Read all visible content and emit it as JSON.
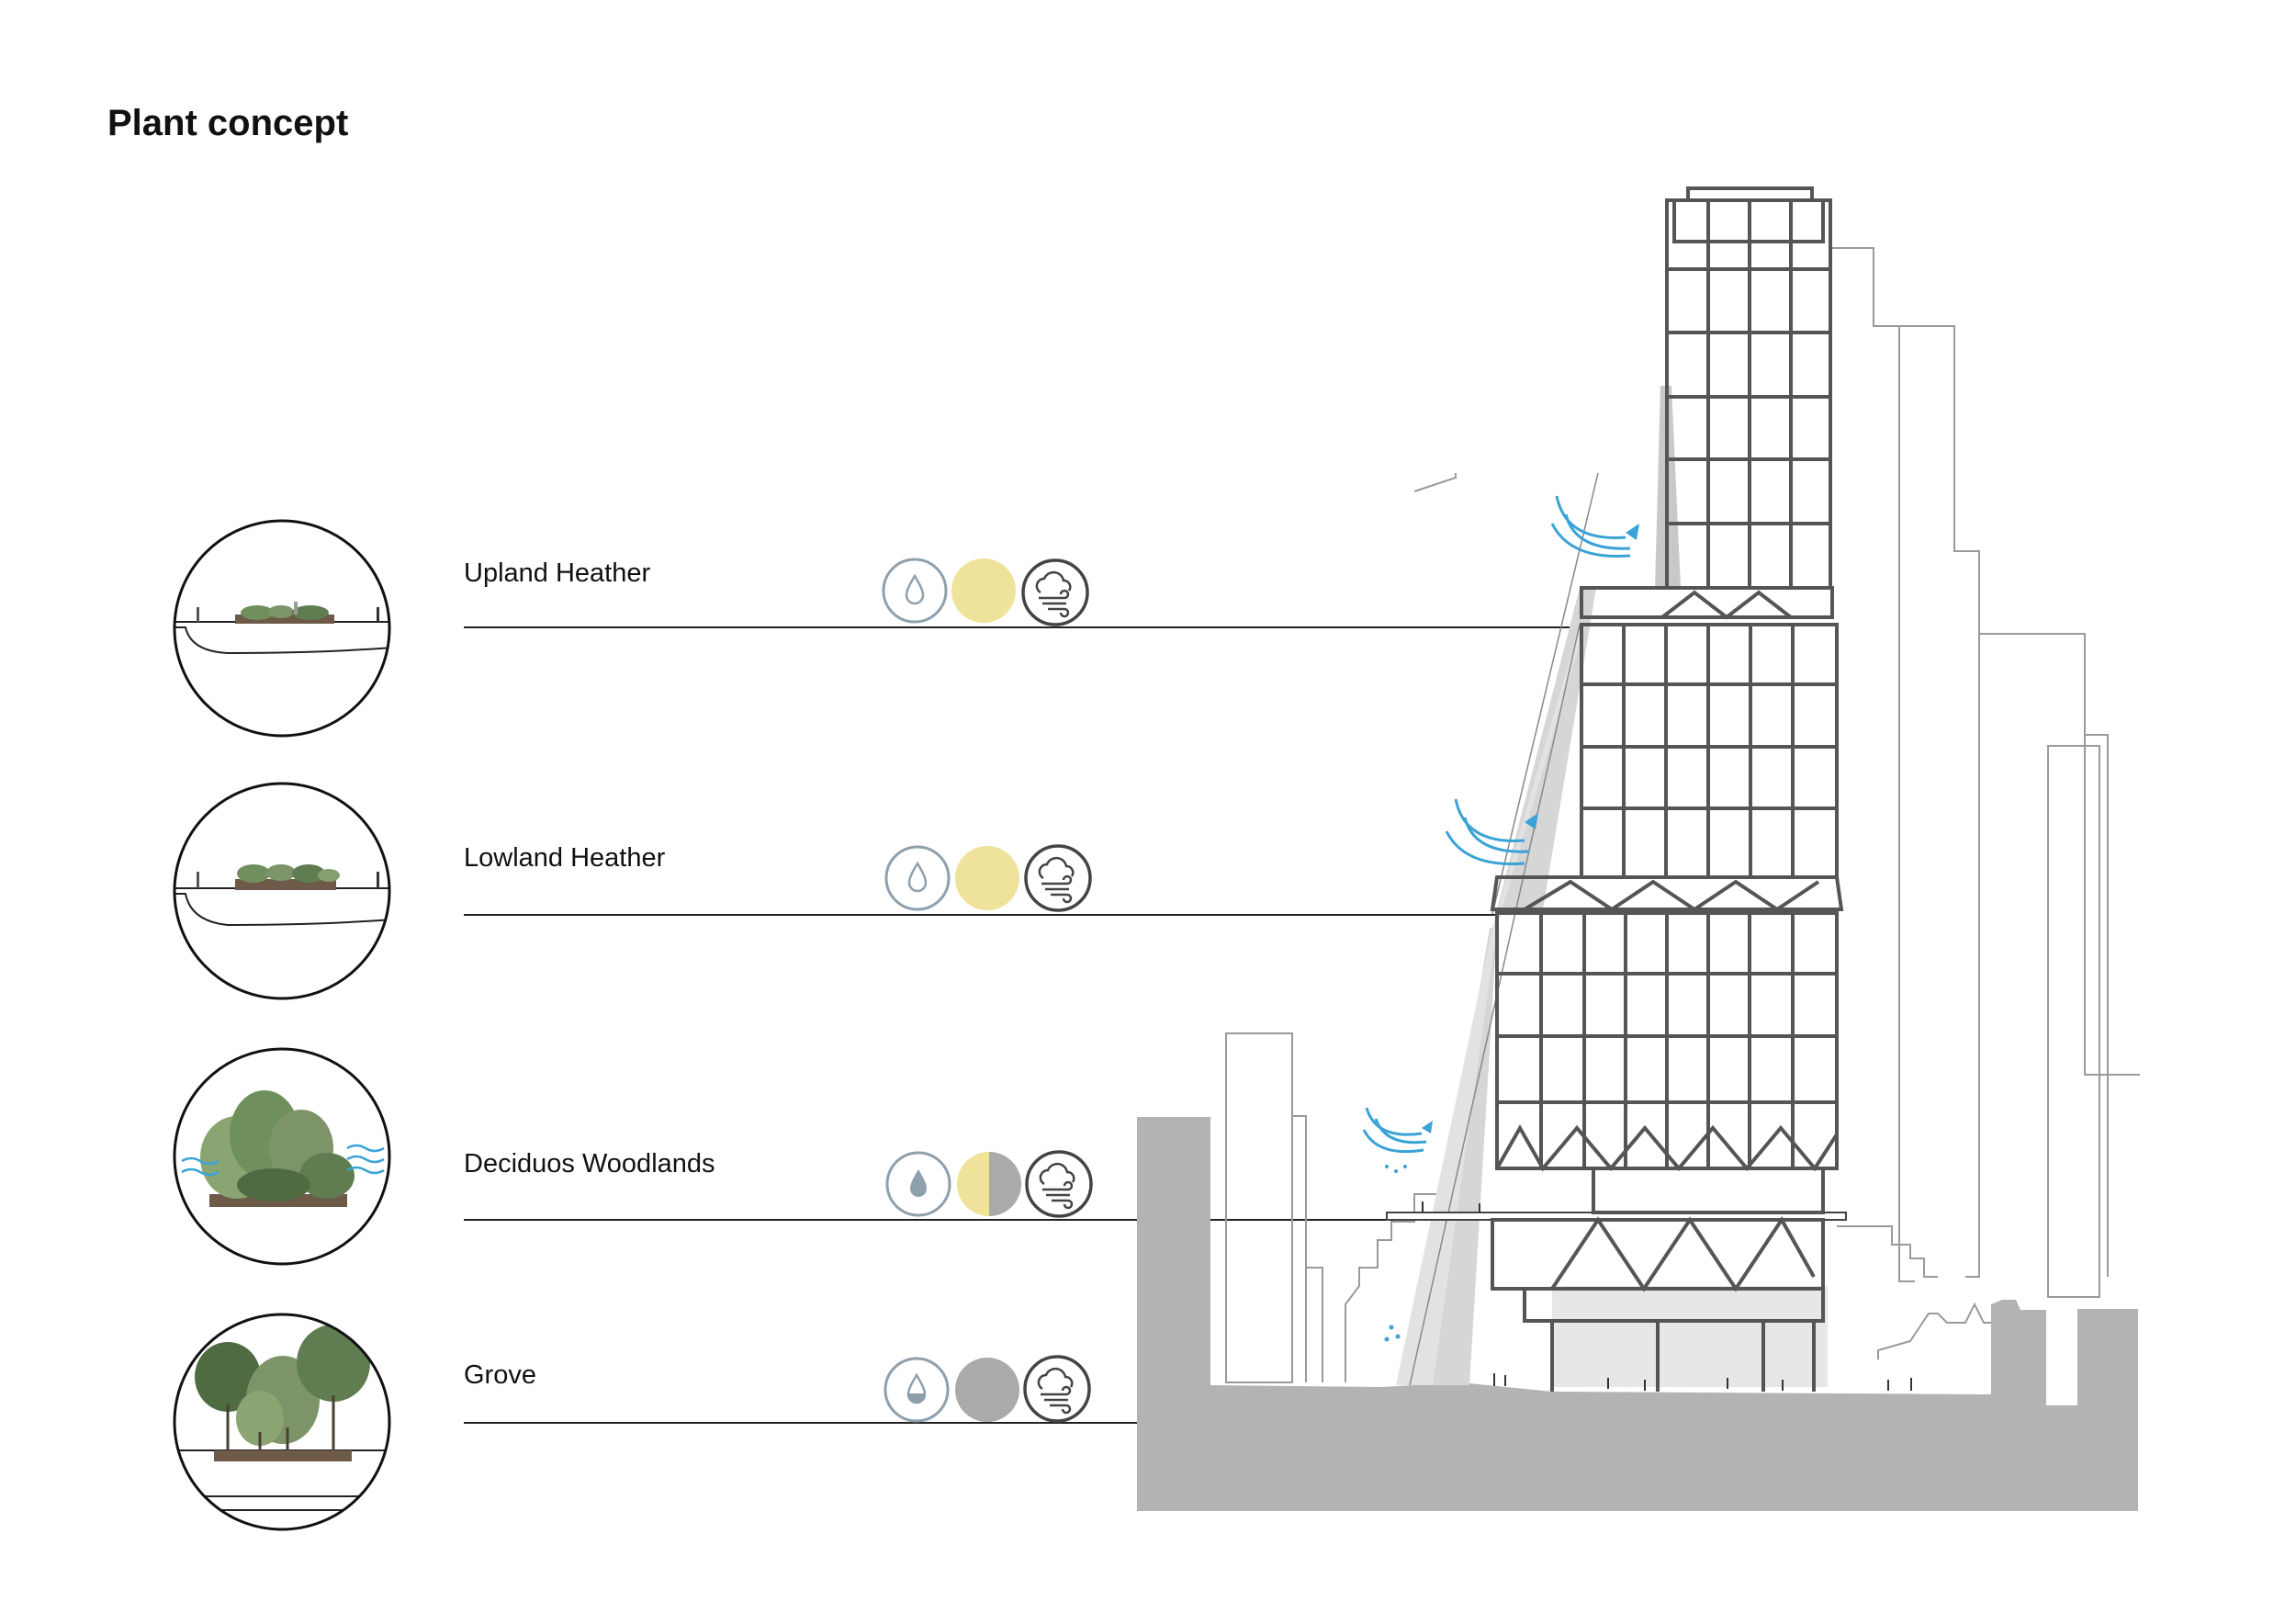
{
  "title": "Plant concept",
  "zones": [
    {
      "id": "upland",
      "label": "Upland Heather",
      "water": "low",
      "sun": "full",
      "wind": "high"
    },
    {
      "id": "lowland",
      "label": "Lowland Heather",
      "water": "low",
      "sun": "full",
      "wind": "high"
    },
    {
      "id": "woodland",
      "label": "Deciduos Woodlands",
      "water": "medium",
      "sun": "partial",
      "wind": "high"
    },
    {
      "id": "grove",
      "label": "Grove",
      "water": "medium",
      "sun": "shade",
      "wind": "high"
    }
  ],
  "colors": {
    "line": "#222222",
    "building": "#555555",
    "ground": "#b3b3b3",
    "shadow": "#d0d0d0",
    "sun": "#efe29a",
    "shade": "#aaaaaa",
    "water": "#8fa0ad",
    "wind_arrow": "#3aa3d6",
    "soil": "#6e5a48",
    "foliage": "#6f8f5c"
  }
}
